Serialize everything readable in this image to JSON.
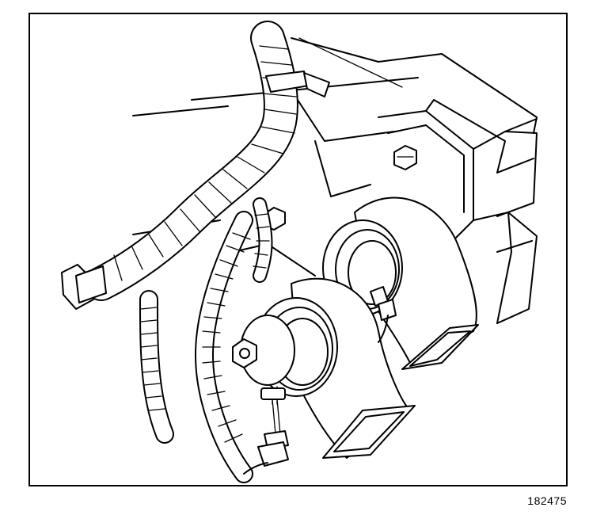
{
  "figure": {
    "number": "182475",
    "border_color": "#000000",
    "line_color": "#000000",
    "background": "#ffffff"
  },
  "illustration": {
    "subject": "horn-assembly-line-art",
    "parts": [
      "mounting-bracket",
      "bracket-bolt",
      "high-note-horn",
      "low-note-horn",
      "horn-mounting-nut",
      "wiring-harness-main",
      "wiring-harness-branch",
      "harness-clip-upper",
      "harness-clip-left",
      "horn-connector-front",
      "horn-connector-rear"
    ]
  }
}
